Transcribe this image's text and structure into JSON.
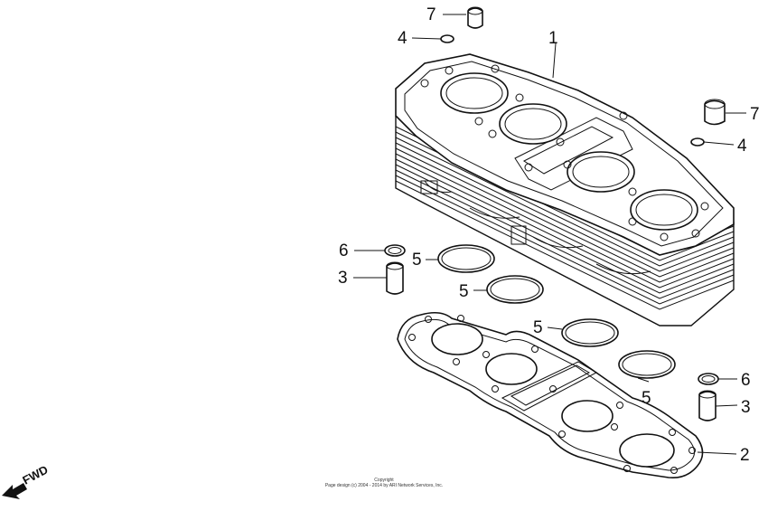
{
  "callouts": {
    "c1": "1",
    "c2": "2",
    "c3a": "3",
    "c3b": "3",
    "c4a": "4",
    "c4b": "4",
    "c5a": "5",
    "c5b": "5",
    "c5c": "5",
    "c5d": "5",
    "c6a": "6",
    "c6b": "6",
    "c7a": "7",
    "c7b": "7"
  },
  "fwd_label": "FWD",
  "copyright_title": "Copyright",
  "copyright_line": "Page design (c) 2004 - 2014 by ARI Network Services, Inc.",
  "colors": {
    "ink": "#111111",
    "background": "#ffffff"
  }
}
